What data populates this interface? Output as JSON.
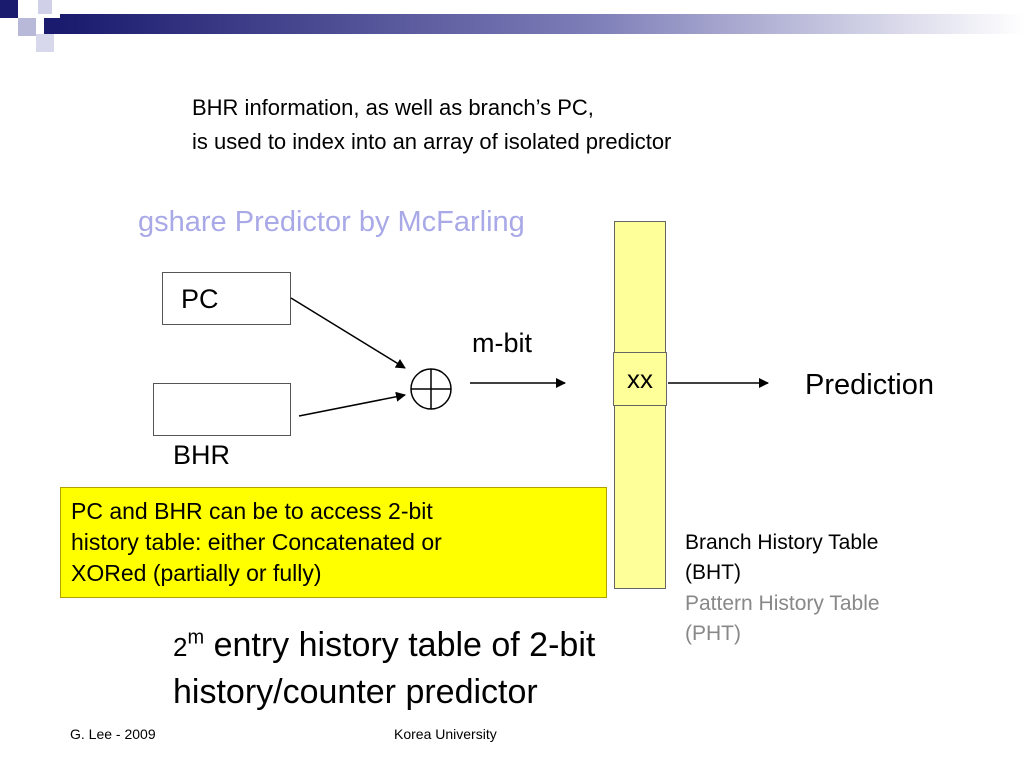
{
  "caption": {
    "line1": "BHR information, as well as branch’s PC,",
    "line2": "is used to index into an array of isolated predictor"
  },
  "title": "gshare Predictor by McFarling",
  "diagram": {
    "pc_label": "PC",
    "bhr_label": "BHR",
    "mbit_label": "m-bit",
    "cell_label": "xx",
    "prediction_label": "Prediction"
  },
  "note": "PC and BHR can be to access 2-bit\nhistory table: either Concatenated or\nXORed (partially or fully)",
  "table_labels": {
    "bht_line1": "Branch History Table",
    "bht_line2": "(BHT)",
    "pht_line1": "Pattern History Table",
    "pht_line2": "(PHT)"
  },
  "bottom": {
    "base": "2",
    "exponent": "m",
    "line1_rest": " entry history table of 2-bit",
    "line2": "history/counter predictor"
  },
  "footer": {
    "left": "G. Lee - 2009",
    "center": "Korea University"
  },
  "colors": {
    "title": "#a9a9e8",
    "note_bg": "#ffff00",
    "table_bg": "#ffff99",
    "header_dark": "#1a1a6e",
    "pht_text": "#888888"
  }
}
